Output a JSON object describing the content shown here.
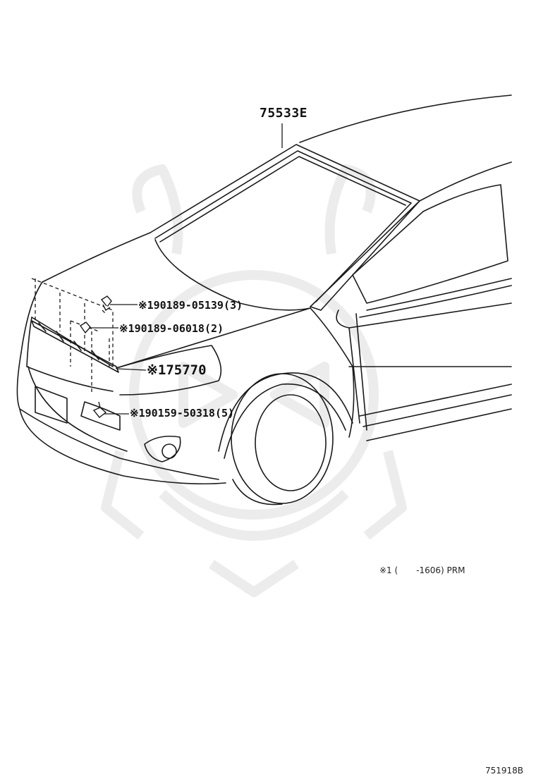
{
  "parts": {
    "windshield_moulding": "75533E",
    "clip_1": "※190189-05139(3)",
    "clip_2": "※190189-06018(2)",
    "cowl_seal": "※175770",
    "screw": "※190159-50318(5)"
  },
  "footnote": {
    "mark": "※1 (",
    "range": "-1606) PRM"
  },
  "figure_id": "751918B",
  "colors": {
    "line": "#1a1a1a",
    "watermark": "#eeeeee",
    "background": "#ffffff"
  }
}
